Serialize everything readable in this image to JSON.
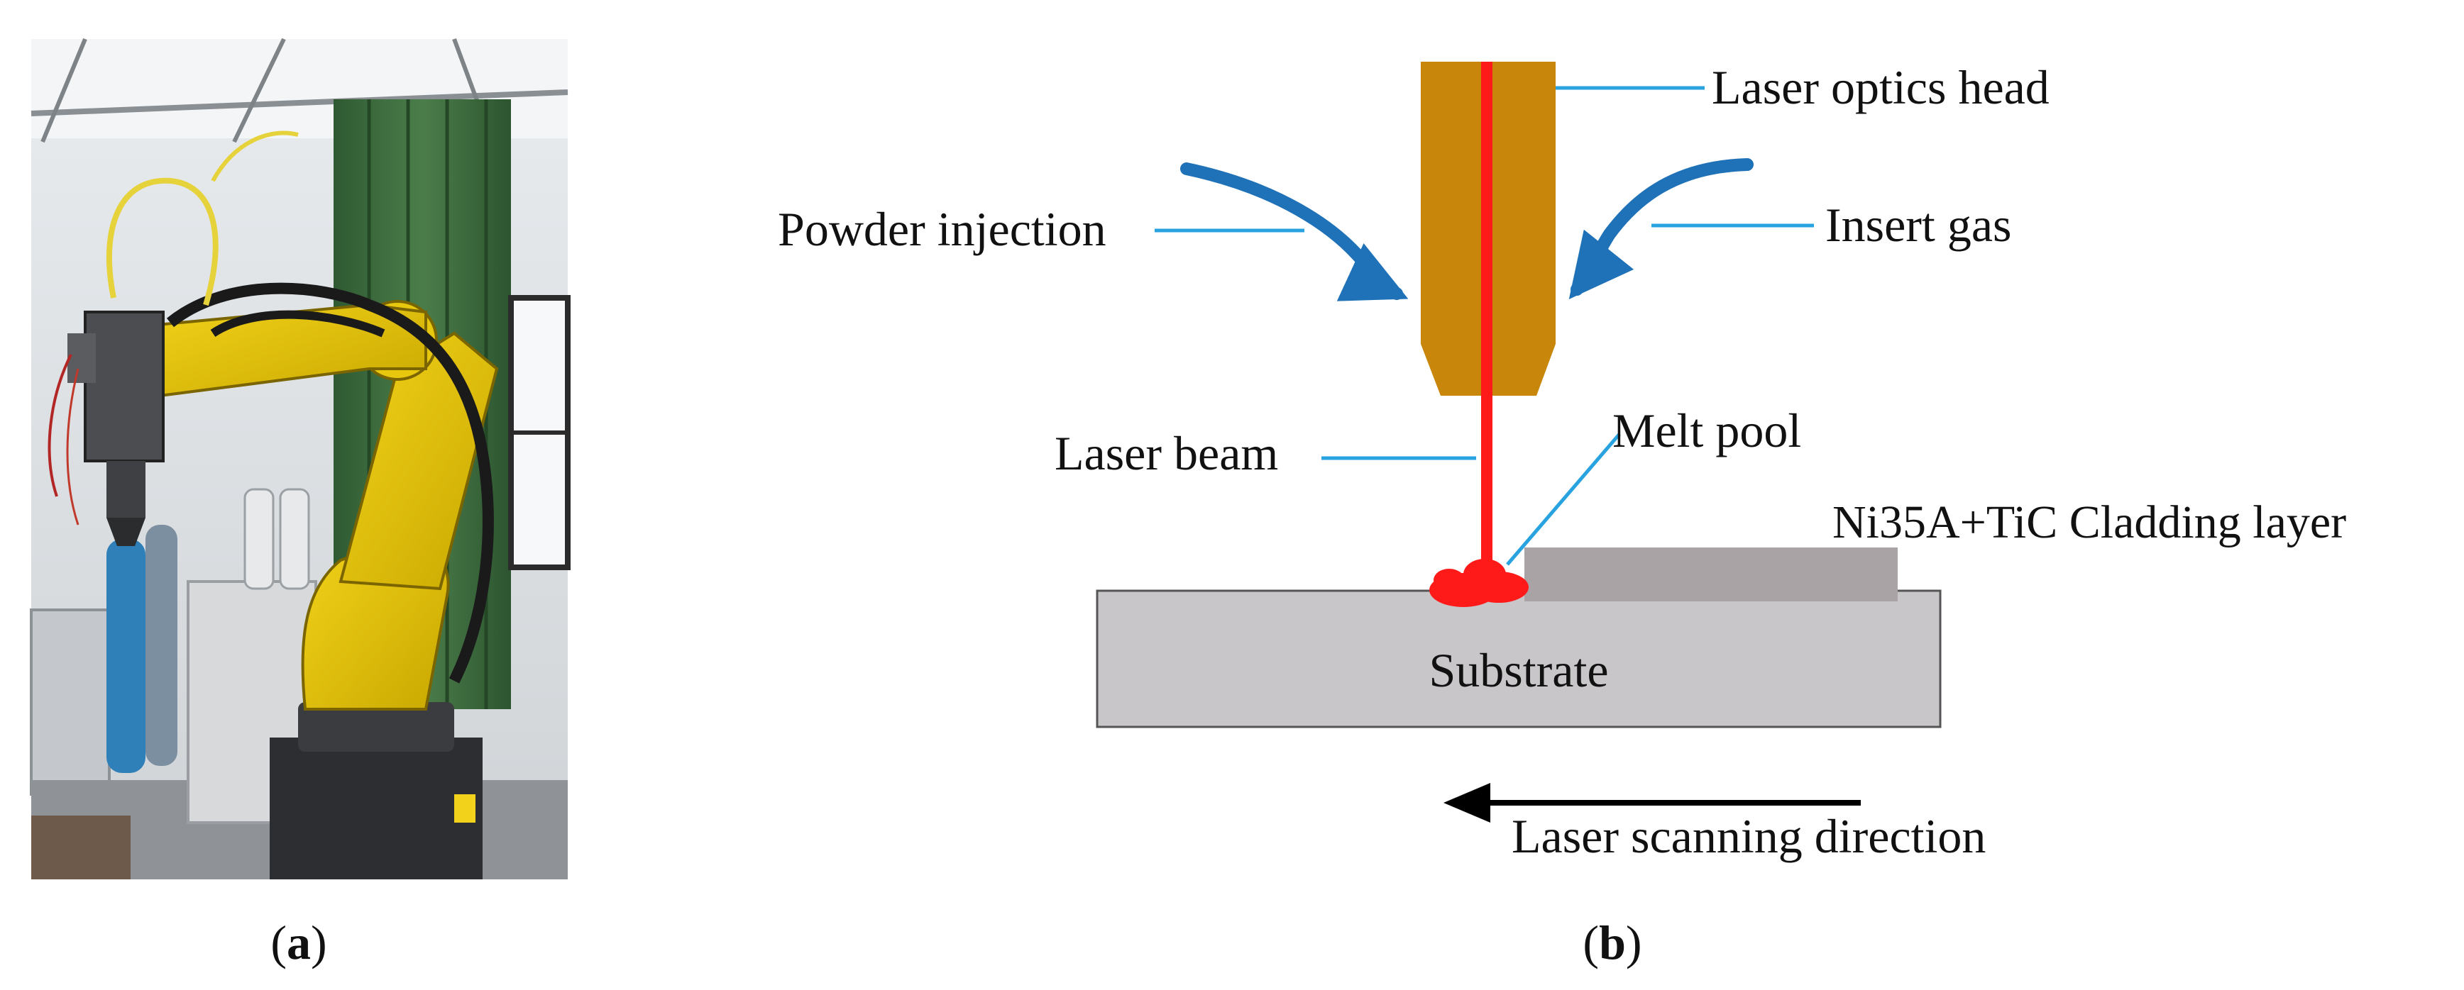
{
  "panel_a": {
    "caption_prefix": "(",
    "caption_letter": "a",
    "caption_suffix": ")",
    "photo_subject": "yellow industrial robot arm with laser cladding head"
  },
  "panel_b": {
    "caption_prefix": "(",
    "caption_letter": "b",
    "caption_suffix": ")",
    "labels": {
      "laser_optics_head": "Laser optics head",
      "powder_injection": "Powder injection",
      "insert_gas": "Insert gas",
      "laser_beam": "Laser beam",
      "melt_pool": "Melt pool",
      "cladding_layer": "Ni35A+TiC Cladding layer",
      "substrate": "Substrate",
      "scan_direction": "Laser scanning direction"
    },
    "colors": {
      "optics_head": "#c8860a",
      "laser": "#ff1a1a",
      "leader_line": "#29a3e0",
      "flow_arrow": "#1f72b8",
      "substrate": "#c9c6c9",
      "cladding": "#aaa3a5",
      "direction_arrow": "#000000"
    }
  }
}
